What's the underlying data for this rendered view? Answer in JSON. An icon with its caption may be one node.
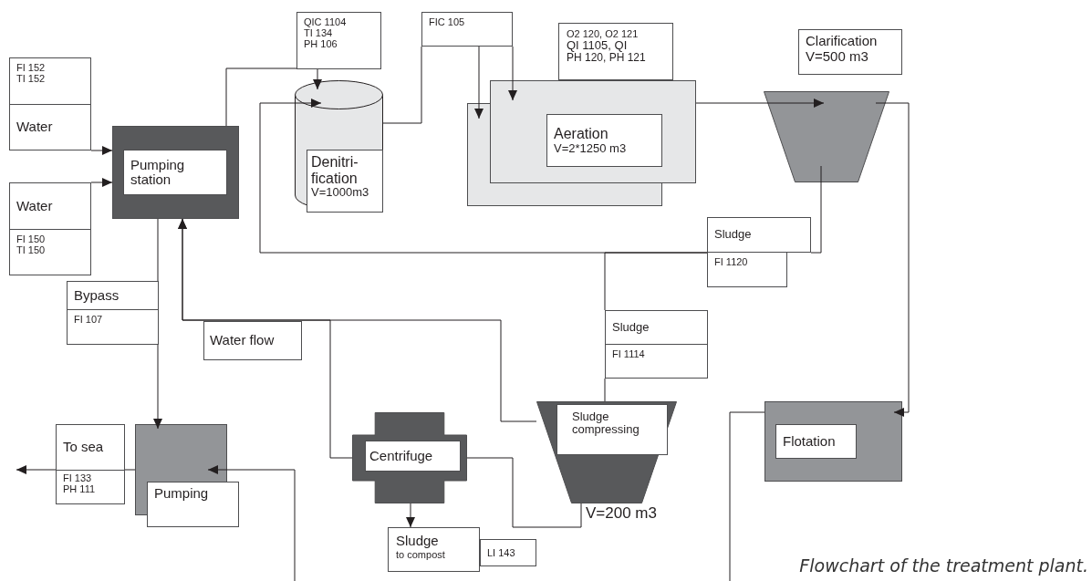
{
  "diagram": {
    "caption": "Flowchart of the treatment plant.",
    "nodes": [
      {
        "text": [
          "FI 152 TI 152",
          "Water"
        ]
      },
      {
        "text": [
          "Water",
          "FI 150 TI 150"
        ]
      },
      {
        "text": [
          "Pumping station"
        ]
      },
      {
        "text": [
          "QIC 1104 TI 134 PH 106"
        ]
      },
      {
        "text": [
          "Denitri- fication",
          "V=1000m3"
        ]
      },
      {
        "text": [
          "FIC 105"
        ]
      },
      {
        "text": [
          "O2 120, O2 121",
          "QI 1105, QI",
          "PH 120, PH 121"
        ]
      },
      {
        "text": [
          "Aeration",
          "V=2*1250 m3"
        ]
      },
      {
        "text": [
          "Clarification",
          "V=500 m3"
        ]
      },
      {
        "text": [
          "Sludge",
          "FI 1120"
        ]
      },
      {
        "text": [
          "Bypass",
          "FI 107"
        ]
      },
      {
        "text": [
          "Sludge",
          "FI 1114"
        ]
      },
      {
        "text": [
          "To sea",
          "FI 133 PH 111"
        ]
      },
      {
        "text": [
          "Pumping"
        ]
      },
      {
        "text": [
          "Centrifuge"
        ]
      },
      {
        "text": [
          "Sludge compressing",
          "V=200 m3"
        ]
      },
      {
        "text": [
          "Flotation"
        ]
      },
      {
        "text": [
          "Sludge",
          "to compost"
        ]
      },
      {
        "text": [
          "LI 143"
        ]
      },
      {
        "text": [
          "Water flow"
        ]
      }
    ],
    "edges": [
      {
        "from": 0,
        "to": 2,
        "arrow": "to"
      },
      {
        "from": 1,
        "to": 2,
        "arrow": "to"
      },
      {
        "from": 2,
        "to": 3,
        "arrow": "none"
      },
      {
        "from": 3,
        "to": 4,
        "arrow": "to"
      },
      {
        "from": 4,
        "to": 5,
        "arrow": "none"
      },
      {
        "from": 5,
        "to": 7,
        "arrow": "to"
      },
      {
        "from": 5,
        "to": 7,
        "arrow": "to"
      },
      {
        "from": 7,
        "to": 8,
        "arrow": "to"
      },
      {
        "from": 8,
        "to": 9,
        "arrow": "none"
      },
      {
        "from": 9,
        "to": 4,
        "arrow": "to"
      },
      {
        "from": 9,
        "to": 11,
        "arrow": "none"
      },
      {
        "from": 11,
        "to": 15,
        "arrow": "none"
      },
      {
        "from": 8,
        "to": 16,
        "arrow": "to"
      },
      {
        "from": 16,
        "to": null,
        "arrow": "none"
      },
      {
        "from": null,
        "to": 13,
        "arrow": "to"
      },
      {
        "from": 13,
        "to": null,
        "arrow": "to"
      },
      {
        "from": 2,
        "to": 10,
        "arrow": "none"
      },
      {
        "from": 10,
        "to": 13,
        "arrow": "to"
      },
      {
        "from": 15,
        "to": 2,
        "arrow": "to"
      },
      {
        "from": 14,
        "to": 2,
        "arrow": "to"
      },
      {
        "from": 14,
        "to": 17,
        "arrow": "to"
      },
      {
        "from": 15,
        "to": 14,
        "arrow": "none"
      }
    ]
  }
}
